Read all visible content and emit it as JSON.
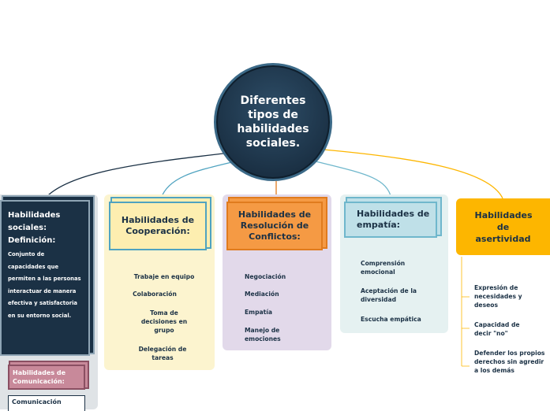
{
  "center": {
    "label": "Diferentes tipos de habilidades sociales."
  },
  "branches": {
    "definicion": {
      "title": "Habilidades sociales: Definición:",
      "description": "Conjunto de capacidades que permiten a las personas interactuar de manera efectiva y satisfactoria en su entorno social."
    },
    "cooperacion": {
      "title": "Habilidades de Cooperación:",
      "items": [
        "Trabaje en equipo",
        "Colaboración",
        "Toma de decisiones en grupo",
        "Delegación de tareas"
      ]
    },
    "conflictos": {
      "title": "Habilidades de Resolución de Conflictos:",
      "items": [
        "Negociación",
        "Mediación",
        "Empatía",
        "Manejo de emociones"
      ]
    },
    "empatia": {
      "title": "Habilidades de empatía:",
      "items": [
        "Comprensión emocional",
        "Aceptación de la diversidad",
        "Escucha empática"
      ]
    },
    "asertividad": {
      "title": "Habilidades de asertividad",
      "items": [
        "Expresión de necesidades y deseos",
        "Capacidad de decir \"no\"",
        "Defender los propios derechos sin agredir a los demás"
      ]
    },
    "comunicacion": {
      "title": "Habilidades de Comunicación:",
      "items": [
        "Comunicación"
      ]
    }
  },
  "colors": {
    "dark_navy": "#1b3145",
    "cooperacion": "#fdeeb0",
    "conflictos": "#f59a44",
    "empatia": "#bfe0e8",
    "asertividad": "#fdb600",
    "comunicacion": "#c8899a"
  }
}
